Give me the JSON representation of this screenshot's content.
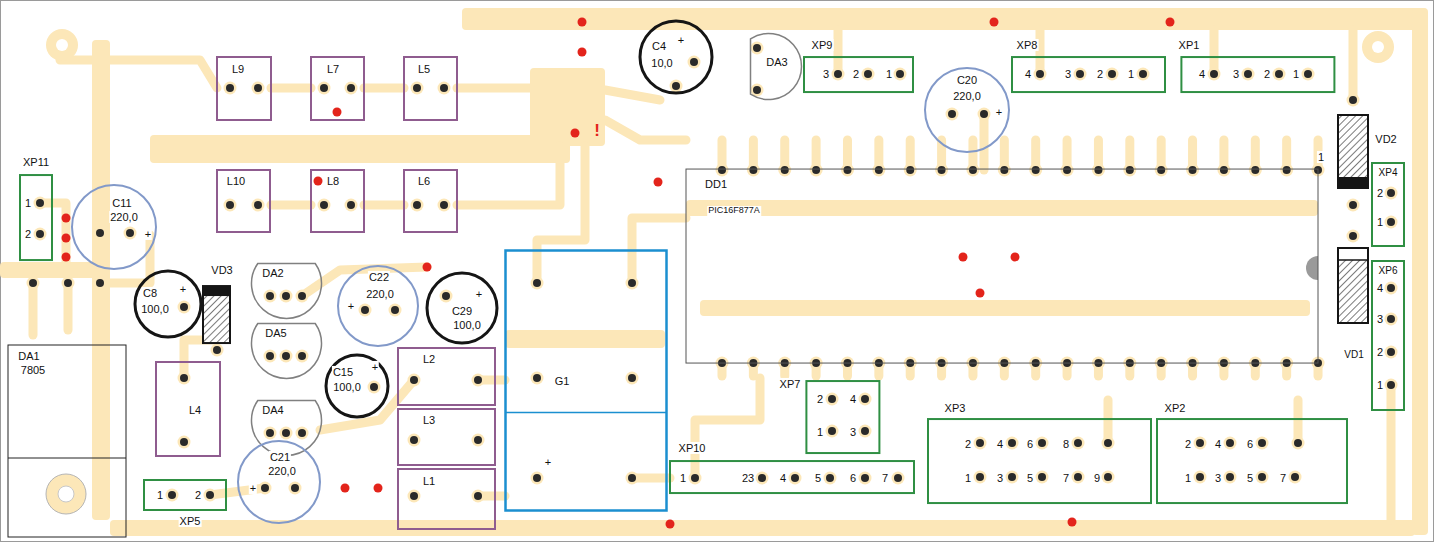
{
  "diagram": {
    "nodes": [
      {
        "text": [
          "C4",
          "+",
          "10,0"
        ]
      },
      {
        "text": [
          "DA3"
        ]
      },
      {
        "text": [
          "XP9",
          "3",
          "2",
          "1"
        ]
      },
      {
        "text": [
          "XP8",
          "4",
          "3",
          "2",
          "1"
        ]
      },
      {
        "text": [
          "XP1",
          "4",
          "3",
          "2",
          "1"
        ]
      },
      {
        "text": [
          "C20",
          "220,0",
          "+"
        ]
      },
      {
        "text": [
          "L9"
        ]
      },
      {
        "text": [
          "L7"
        ]
      },
      {
        "text": [
          "L5"
        ]
      },
      {
        "text": [
          "XP11",
          "1",
          "2"
        ]
      },
      {
        "text": [
          "C11",
          "220,0",
          "+"
        ]
      },
      {
        "text": [
          "L10"
        ]
      },
      {
        "text": [
          "L8"
        ]
      },
      {
        "text": [
          "L6"
        ]
      },
      {
        "text": [
          "DD1",
          "PIC16F877A",
          "1"
        ]
      },
      {
        "text": [
          "VD2"
        ]
      },
      {
        "text": [
          "XP4",
          "2",
          "1"
        ]
      },
      {
        "text": [
          "XP6",
          "4",
          "3",
          "2",
          "1"
        ]
      },
      {
        "text": [
          "VD1"
        ]
      },
      {
        "text": [
          "C8",
          "+",
          "100,0"
        ]
      },
      {
        "text": [
          "VD3"
        ]
      },
      {
        "text": [
          "DA2"
        ]
      },
      {
        "text": [
          "C22",
          "220,0",
          "+"
        ]
      },
      {
        "text": [
          "C29",
          "+",
          "100,0"
        ]
      },
      {
        "text": [
          "G1",
          "+"
        ]
      },
      {
        "text": [
          "DA1",
          "7805"
        ]
      },
      {
        "text": [
          "DA5"
        ]
      },
      {
        "text": [
          "L2"
        ]
      },
      {
        "text": [
          "C15",
          "+",
          "100,0"
        ]
      },
      {
        "text": [
          "L4"
        ]
      },
      {
        "text": [
          "DA4"
        ]
      },
      {
        "text": [
          "L3"
        ]
      },
      {
        "text": [
          "C21",
          "220,0",
          "+"
        ]
      },
      {
        "text": [
          "L1"
        ]
      },
      {
        "text": [
          "XP5",
          "1",
          "2"
        ]
      },
      {
        "text": [
          "XP7",
          "2",
          "4",
          "1",
          "3"
        ]
      },
      {
        "text": [
          "XP10",
          "1",
          "23",
          "4",
          "5",
          "6",
          "7"
        ]
      },
      {
        "text": [
          "XP3",
          "2",
          "4",
          "6",
          "8",
          "1",
          "3",
          "5",
          "7",
          "9"
        ]
      },
      {
        "text": [
          "XP2",
          "2",
          "4",
          "6",
          "1",
          "3",
          "5",
          "7"
        ]
      }
    ],
    "labels": [
      "!"
    ]
  }
}
